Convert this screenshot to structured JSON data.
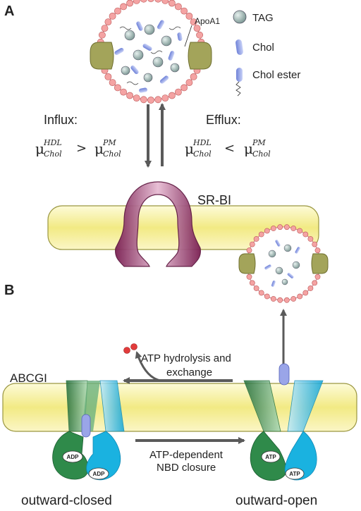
{
  "panelA": {
    "letter": "A",
    "apoa1_label": "ApoA1",
    "legend": [
      {
        "icon": "tag-sphere-icon",
        "label": "TAG"
      },
      {
        "icon": "cholesterol-icon",
        "label": "Chol"
      },
      {
        "icon": "cholesterol-ester-icon",
        "label": "Chol ester"
      }
    ],
    "influx": {
      "title": "Influx:",
      "mu_left": "μ",
      "sup_left": "HDL",
      "sub_left": "Chol",
      "op": ">",
      "mu_right": "μ",
      "sup_right": "PM",
      "sub_right": "Chol"
    },
    "efflux": {
      "title": "Efflux:",
      "mu_left": "μ",
      "sup_left": "HDL",
      "sub_left": "Chol",
      "op": "<",
      "mu_right": "μ",
      "sup_right": "PM",
      "sub_right": "Chol"
    },
    "receptor_label": "SR-BI"
  },
  "panelB": {
    "letter": "B",
    "transporter_label": "ABCGI",
    "hydrolysis_line1": "ATP hydrolysis and",
    "hydrolysis_line2": "exchange",
    "closure_line1": "ATP-dependent",
    "closure_line2": "NBD closure",
    "adp": "ADP",
    "atp": "ATP",
    "state_left": "outward-closed",
    "state_right": "outward-open"
  },
  "colors": {
    "membrane": "#f6f19a",
    "receptor": "#b4477f",
    "green_nbd": "#2f8a4a",
    "cyan_nbd": "#1ab2e0",
    "chol": "#8e9fe6",
    "tag": "#9fb6b2",
    "phospholipid": "#f4a3a3",
    "apoa1": "#a3a45a",
    "arrow": "#5a5a5a"
  }
}
